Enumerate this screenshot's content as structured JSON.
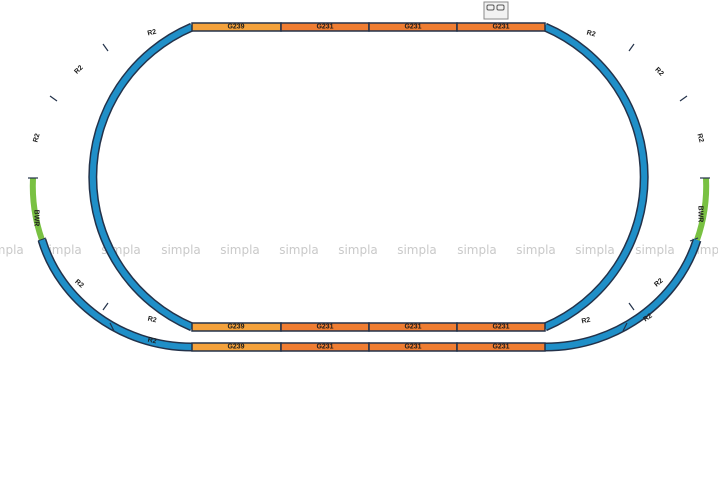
{
  "colors": {
    "curve": "#1f8fc8",
    "switch": "#79c142",
    "straight_long": "#ef7d32",
    "straight_short": "#f4a23c",
    "rail": "#23324a",
    "buffer": "#8a8a8a"
  },
  "labels": {
    "curve": "R2",
    "switch": "BWR",
    "straight_long": "G231",
    "straight_short": "G239"
  },
  "watermark": "simpla",
  "buffer_icon": "buffer-stop-icon"
}
